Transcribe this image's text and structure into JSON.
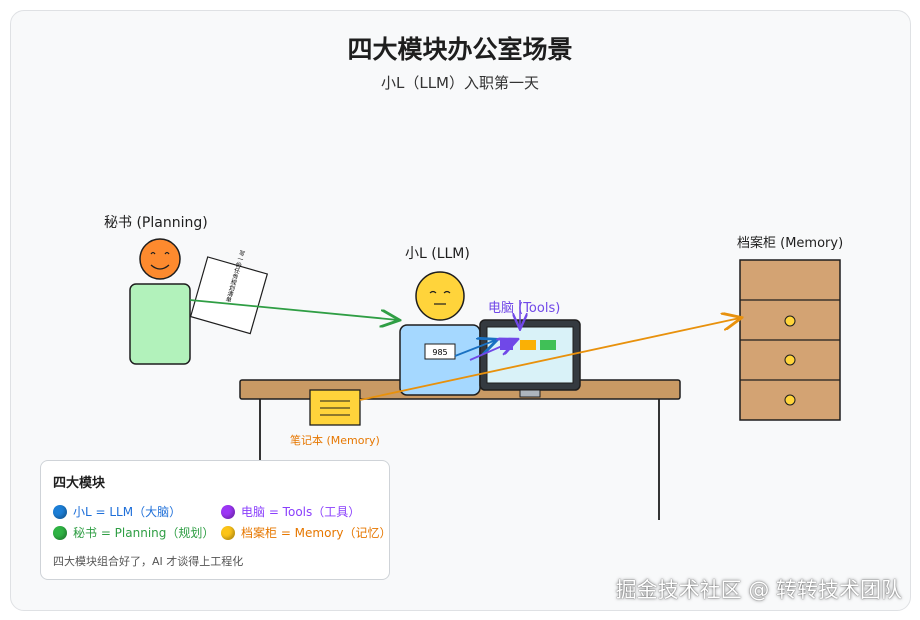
{
  "title": "四大模块办公室场景",
  "subtitle": "小L（LLM）入职第一天",
  "labels": {
    "secretary": "秘书 (Planning)",
    "llm": "小L (LLM)",
    "computer": "电脑 (Tools)",
    "cabinet": "档案柜 (Memory)",
    "notebook": "笔记本 (Memory)"
  },
  "paper_text": "写一份任务规划清单",
  "badge_value": "985",
  "legend": {
    "title": "四大模块",
    "items": [
      {
        "text": "小L = LLM（大脑）",
        "color": "#1e6fd9"
      },
      {
        "text": "电脑 = Tools（工具）",
        "color": "#8a3ffc"
      },
      {
        "text": "秘书 = Planning（规划）",
        "color": "#2f9e44"
      },
      {
        "text": "档案柜 = Memory（记忆）",
        "color": "#e67700"
      }
    ],
    "note": "四大模块组合好了，AI 才谈得上工程化"
  },
  "colors": {
    "planning": "#2f9e44",
    "llm": "#1971c2",
    "tools": "#7048e8",
    "memory": "#e8910c",
    "desk": "#c99a64",
    "cabinet": "#d3a373",
    "face": "#ffd43b",
    "secretary_face": "#fd8a2e"
  },
  "watermark": "掘金技术社区 @ 转转技术团队"
}
